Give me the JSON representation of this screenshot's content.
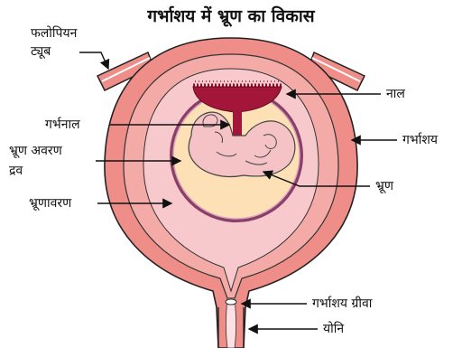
{
  "title": "गर्भाशय में भ्रूण का विकास",
  "labels": {
    "fallopian_line1": "फलोपियन",
    "fallopian_line2": "ट्यूब",
    "placenta": "नाल",
    "umbilical_cord": "गर्भनाल",
    "uterus": "गर्भाशय",
    "amniotic_fluid_line1": "भ्रूण अवरण",
    "amniotic_fluid_line2": "द्रव",
    "embryo": "भ्रूण",
    "amnion": "भ्रूणावरण",
    "cervix": "गर्भाशय ग्रीवा",
    "vagina": "योनि"
  },
  "colors": {
    "uterus_outer": "#ef8d88",
    "uterus_inner": "#f4aaa6",
    "cavity": "#f7c9cd",
    "amniotic_sac": "#fde0b6",
    "placenta": "#a3163a",
    "embryo": "#f5c2c6",
    "membrane": "#8a3f6a",
    "outline": "#222222"
  }
}
